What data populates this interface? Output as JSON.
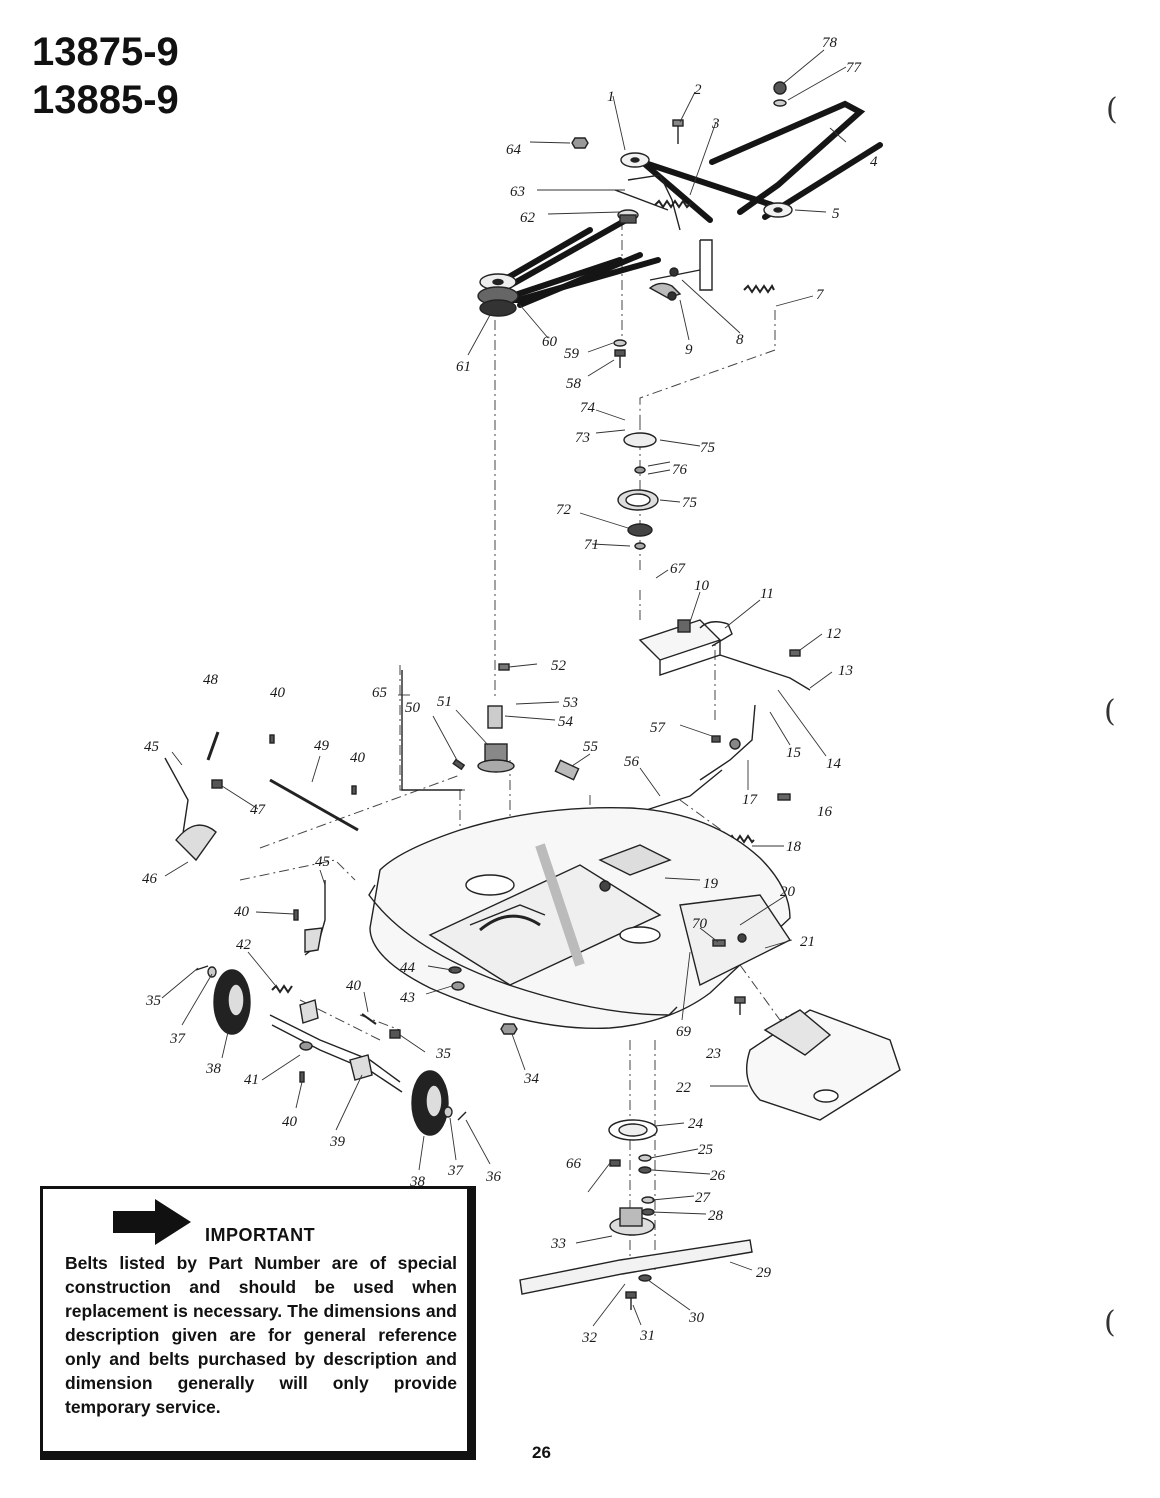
{
  "header": {
    "model_1": "13875-9",
    "model_2": "13885-9"
  },
  "callouts": {
    "c1": "1",
    "c2": "2",
    "c3": "3",
    "c4": "4",
    "c5": "5",
    "c7": "7",
    "c8": "8",
    "c9": "9",
    "c10": "10",
    "c11": "11",
    "c12": "12",
    "c13": "13",
    "c14": "14",
    "c15": "15",
    "c16": "16",
    "c17": "17",
    "c18": "18",
    "c19": "19",
    "c20": "20",
    "c21": "21",
    "c22": "22",
    "c23": "23",
    "c24": "24",
    "c25": "25",
    "c26": "26",
    "c27": "27",
    "c28": "28",
    "c29": "29",
    "c30": "30",
    "c31": "31",
    "c32": "32",
    "c33": "33",
    "c34": "34",
    "c35": "35",
    "c36": "36",
    "c37": "37",
    "c38": "38",
    "c39": "39",
    "c40": "40",
    "c41": "41",
    "c42": "42",
    "c43": "43",
    "c44": "44",
    "c45": "45",
    "c46": "46",
    "c47": "47",
    "c48": "48",
    "c49": "49",
    "c50": "50",
    "c51": "51",
    "c52": "52",
    "c53": "53",
    "c54": "54",
    "c55": "55",
    "c56": "56",
    "c57": "57",
    "c58": "58",
    "c59": "59",
    "c60": "60",
    "c61": "61",
    "c62": "62",
    "c63": "63",
    "c64": "64",
    "c65": "65",
    "c66": "66",
    "c67": "67",
    "c69": "69",
    "c70": "70",
    "c71": "71",
    "c72": "72",
    "c73": "73",
    "c74": "74",
    "c75": "75",
    "c76": "76",
    "c77": "77",
    "c78": "78"
  },
  "important": {
    "heading": "IMPORTANT",
    "body": "Belts listed by Part Number are of special construction and should be used when replacement is necessary. The dimensions and description given are for general reference only and belts purchased by description and dimension generally will only provide temporary service."
  },
  "footer": {
    "page_number": "26"
  },
  "colors": {
    "ink": "#111111",
    "paper": "#ffffff",
    "belt": "#151515"
  }
}
